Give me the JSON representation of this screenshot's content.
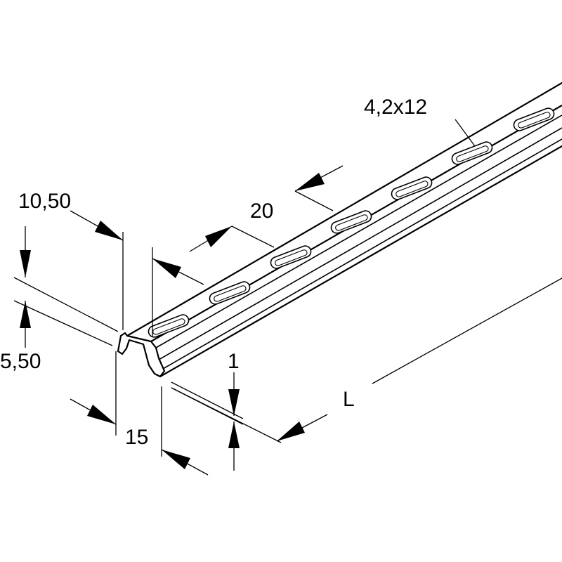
{
  "dimensions": {
    "height_outer": "10,50",
    "slot_pitch": "20",
    "slot_size": "4,2x12",
    "height_inner": "5,50",
    "thickness": "1",
    "width": "15",
    "length": "L"
  },
  "colors": {
    "stroke": "#000000",
    "background": "#ffffff"
  }
}
